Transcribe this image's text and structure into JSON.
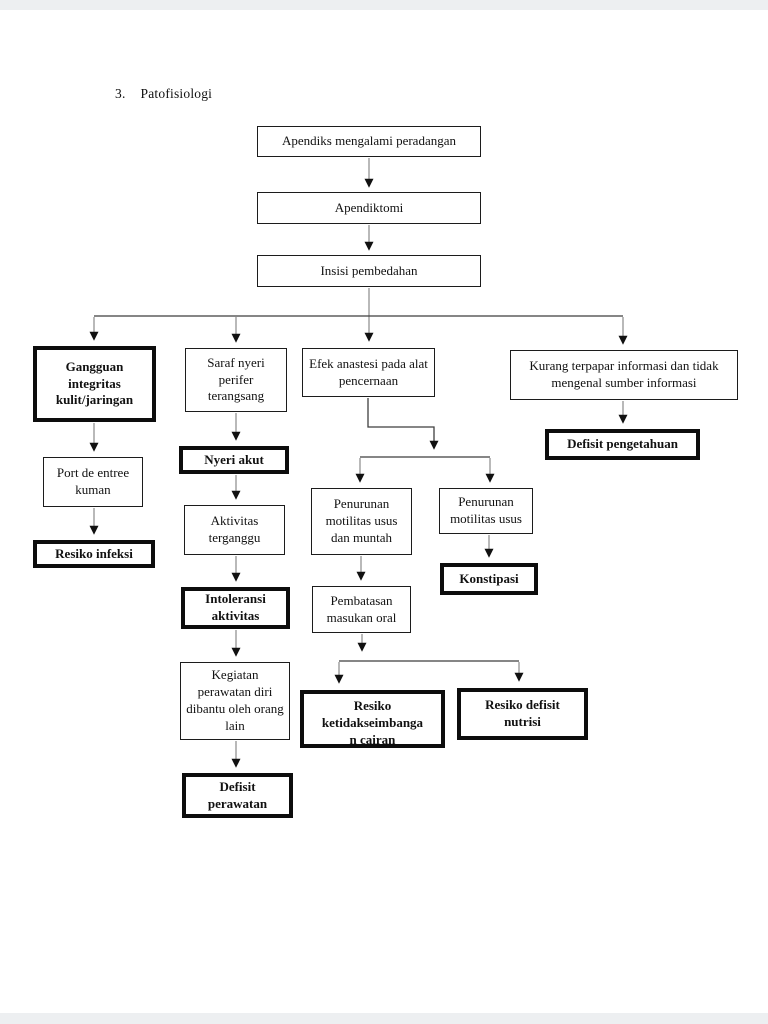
{
  "page": {
    "heading_number": "3.",
    "heading_text": "Patofisiologi"
  },
  "colors": {
    "background": "#ffffff",
    "box_border": "#1c1c1c",
    "strong_box_border": "#0d0d0d",
    "connector_gray": "#8a8a8a",
    "connector_dark": "#3f3f3f",
    "arrowhead": "#111111"
  },
  "diagram": {
    "type": "flowchart",
    "nodes": [
      {
        "id": "apendiks-peradangan",
        "label": "Apendiks mengalami peradangan",
        "emphasis": "normal"
      },
      {
        "id": "apendiktomi",
        "label": "Apendiktomi",
        "emphasis": "normal"
      },
      {
        "id": "insisi-pembedahan",
        "label": "Insisi pembedahan",
        "emphasis": "normal"
      },
      {
        "id": "gangguan-integritas",
        "label": "Gangguan integritas kulit/jaringan",
        "emphasis": "strong"
      },
      {
        "id": "saraf-nyeri",
        "label": "Saraf nyeri perifer terangsang",
        "emphasis": "normal"
      },
      {
        "id": "efek-anastesi",
        "label": "Efek anastesi pada alat pencernaan",
        "emphasis": "normal"
      },
      {
        "id": "kurang-terpapar",
        "label": "Kurang terpapar informasi dan tidak mengenal sumber informasi",
        "emphasis": "normal"
      },
      {
        "id": "defisit-pengetahuan",
        "label": "Defisit pengetahuan",
        "emphasis": "strong"
      },
      {
        "id": "port-de-entree",
        "label": "Port de entree kuman",
        "emphasis": "normal"
      },
      {
        "id": "resiko-infeksi",
        "label": "Resiko infeksi",
        "emphasis": "strong"
      },
      {
        "id": "nyeri-akut",
        "label": "Nyeri akut",
        "emphasis": "strong"
      },
      {
        "id": "aktivitas-terganggu",
        "label": "Aktivitas terganggu",
        "emphasis": "normal"
      },
      {
        "id": "intoleransi-aktivitas",
        "label": "Intoleransi aktivitas",
        "emphasis": "strong"
      },
      {
        "id": "penurunan-motilitas-muntah",
        "label": "Penurunan motilitas usus dan muntah",
        "emphasis": "normal"
      },
      {
        "id": "penurunan-motilitas",
        "label": "Penurunan motilitas usus",
        "emphasis": "normal"
      },
      {
        "id": "konstipasi",
        "label": "Konstipasi",
        "emphasis": "strong"
      },
      {
        "id": "pembatasan-masukan",
        "label": "Pembatasan masukan oral",
        "emphasis": "normal"
      },
      {
        "id": "kegiatan-perawatan",
        "label": "Kegiatan perawatan diri dibantu oleh orang lain",
        "emphasis": "normal"
      },
      {
        "id": "resiko-ketidakseimbangan-cairan",
        "label": "Resiko\nketidakseimbanga\nn cairan",
        "emphasis": "strong"
      },
      {
        "id": "resiko-defisit-nutrisi",
        "label": "Resiko defisit nutrisi",
        "emphasis": "strong"
      },
      {
        "id": "defisit-perawatan",
        "label": "Defisit perawatan",
        "emphasis": "strong"
      }
    ]
  }
}
